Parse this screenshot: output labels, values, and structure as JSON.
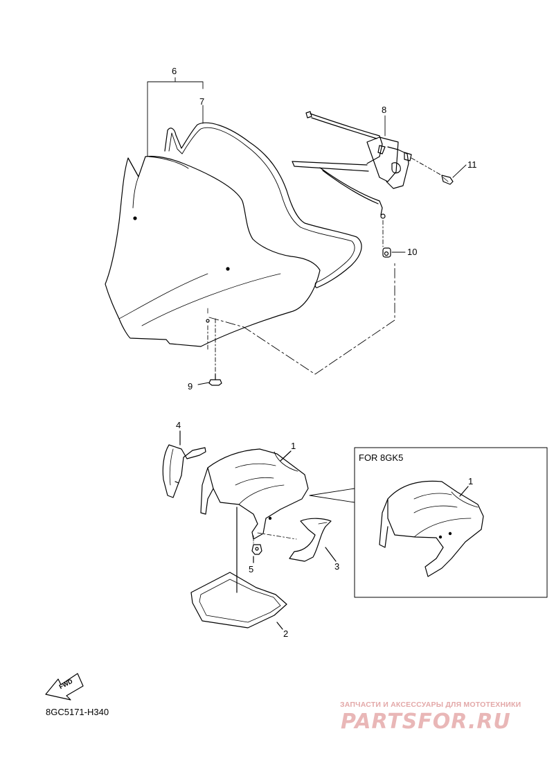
{
  "callouts": {
    "c1": "1",
    "c2": "2",
    "c3": "3",
    "c4": "4",
    "c5": "5",
    "c6": "6",
    "c7": "7",
    "c8": "8",
    "c9": "9",
    "c10": "10",
    "c11": "11",
    "c1_inset": "1"
  },
  "inset": {
    "title": "FOR 8GK5"
  },
  "fwd_icon": {
    "label": "FWD",
    "icon": "forward-arrow-icon"
  },
  "diagram_code": "8GC5171-H340",
  "watermark": {
    "tagline": "ЗАПЧАСТИ И АКСЕССУАРЫ ДЛЯ МОТОТЕХНИКИ",
    "logo": "PARTSFOR.RU",
    "color": "#e9b7b7"
  }
}
